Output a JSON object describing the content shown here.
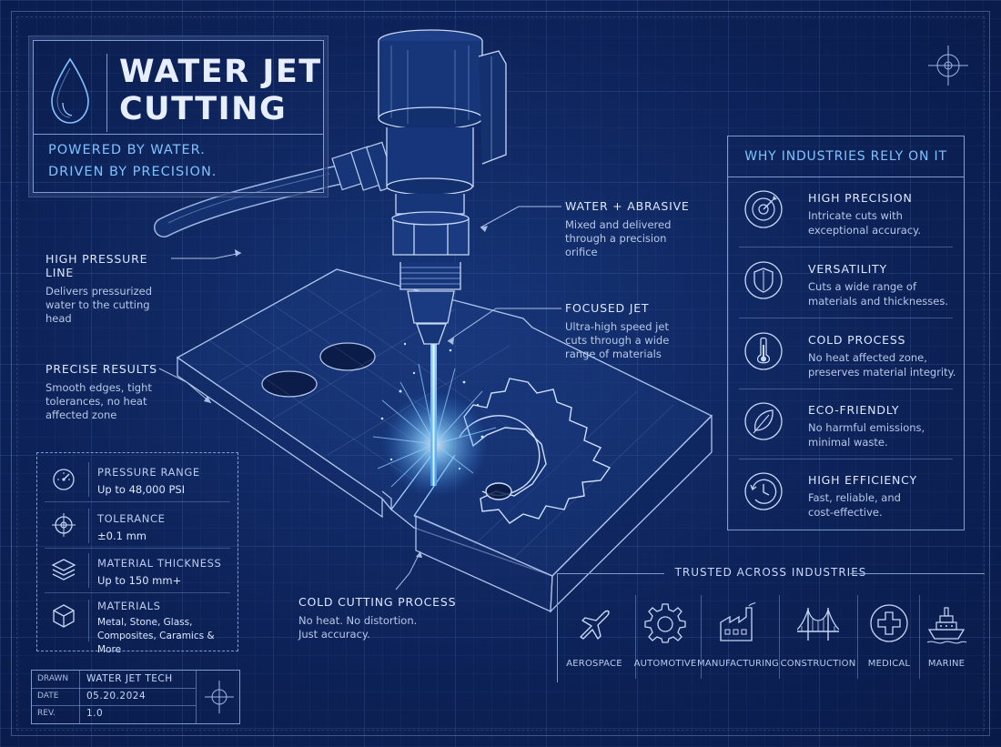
{
  "title": {
    "line1": "WATER JET",
    "line2": "CUTTING",
    "tagline1": "POWERED BY WATER.",
    "tagline2": "DRIVEN BY PRECISION."
  },
  "callouts": {
    "high_pressure": {
      "title": "HIGH PRESSURE LINE",
      "desc1": "Delivers pressurized",
      "desc2": "water to the cutting",
      "desc3": "head"
    },
    "water_abrasive": {
      "title": "WATER + ABRASIVE",
      "desc1": "Mixed and delivered",
      "desc2": "through a precision",
      "desc3": "orifice"
    },
    "focused_jet": {
      "title": "FOCUSED JET",
      "desc1": "Ultra-high speed jet",
      "desc2": "cuts through a wide",
      "desc3": "range of materials"
    },
    "precise_results": {
      "title": "PRECISE RESULTS",
      "desc1": "Smooth edges, tight",
      "desc2": "tolerances, no heat",
      "desc3": "affected zone"
    },
    "cold_cutting": {
      "title": "COLD CUTTING PROCESS",
      "desc1": "No heat. No distortion.",
      "desc2": "Just accuracy."
    }
  },
  "specs": [
    {
      "label": "PRESSURE RANGE",
      "value": "Up to 48,000 PSI",
      "icon": "gauge-icon"
    },
    {
      "label": "TOLERANCE",
      "value": "±0.1 mm",
      "icon": "crosshair-icon"
    },
    {
      "label": "MATERIAL THICKNESS",
      "value": "Up to 150 mm+",
      "icon": "layers-icon"
    },
    {
      "label": "MATERIALS",
      "value1": "Metal, Stone, Glass,",
      "value2": "Composites, Caramics & More",
      "icon": "cube-icon"
    }
  ],
  "title_block": {
    "drawn_label": "DRAWN",
    "drawn_value": "WATER JET TECH",
    "date_label": "DATE",
    "date_value": "05.20.2024",
    "rev_label": "REV.",
    "rev_value": "1.0"
  },
  "why": {
    "heading": "WHY INDUSTRIES RELY ON IT",
    "items": [
      {
        "title": "HIGH PRECISION",
        "desc1": "Intricate cuts with",
        "desc2": "exceptional accuracy.",
        "icon": "target-icon"
      },
      {
        "title": "VERSATILITY",
        "desc1": "Cuts a wide range of",
        "desc2": "materials and thicknesses.",
        "icon": "shield-icon"
      },
      {
        "title": "COLD PROCESS",
        "desc1": "No heat affected zone,",
        "desc2": "preserves material integrity.",
        "icon": "thermometer-icon"
      },
      {
        "title": "ECO-FRIENDLY",
        "desc1": "No harmful emissions,",
        "desc2": "minimal waste.",
        "icon": "leaf-icon"
      },
      {
        "title": "HIGH EFFICIENCY",
        "desc1": "Fast, reliable, and",
        "desc2": "cost-effective.",
        "icon": "clock-icon"
      }
    ]
  },
  "industries": {
    "heading": "TRUSTED ACROSS INDUSTRIES",
    "items": [
      {
        "label": "AEROSPACE",
        "icon": "airplane-icon"
      },
      {
        "label": "AUTOMOTIVE",
        "icon": "gear-icon"
      },
      {
        "label": "MANUFACTURING",
        "icon": "factory-icon"
      },
      {
        "label": "CONSTRUCTION",
        "icon": "bridge-icon"
      },
      {
        "label": "MEDICAL",
        "icon": "medical-cross-icon"
      },
      {
        "label": "MARINE",
        "icon": "ship-icon"
      }
    ]
  },
  "colors": {
    "background": "#0d2258",
    "line": "#7f9bd0",
    "accent": "#7fc2ff",
    "jet": "#4fb6ff"
  }
}
